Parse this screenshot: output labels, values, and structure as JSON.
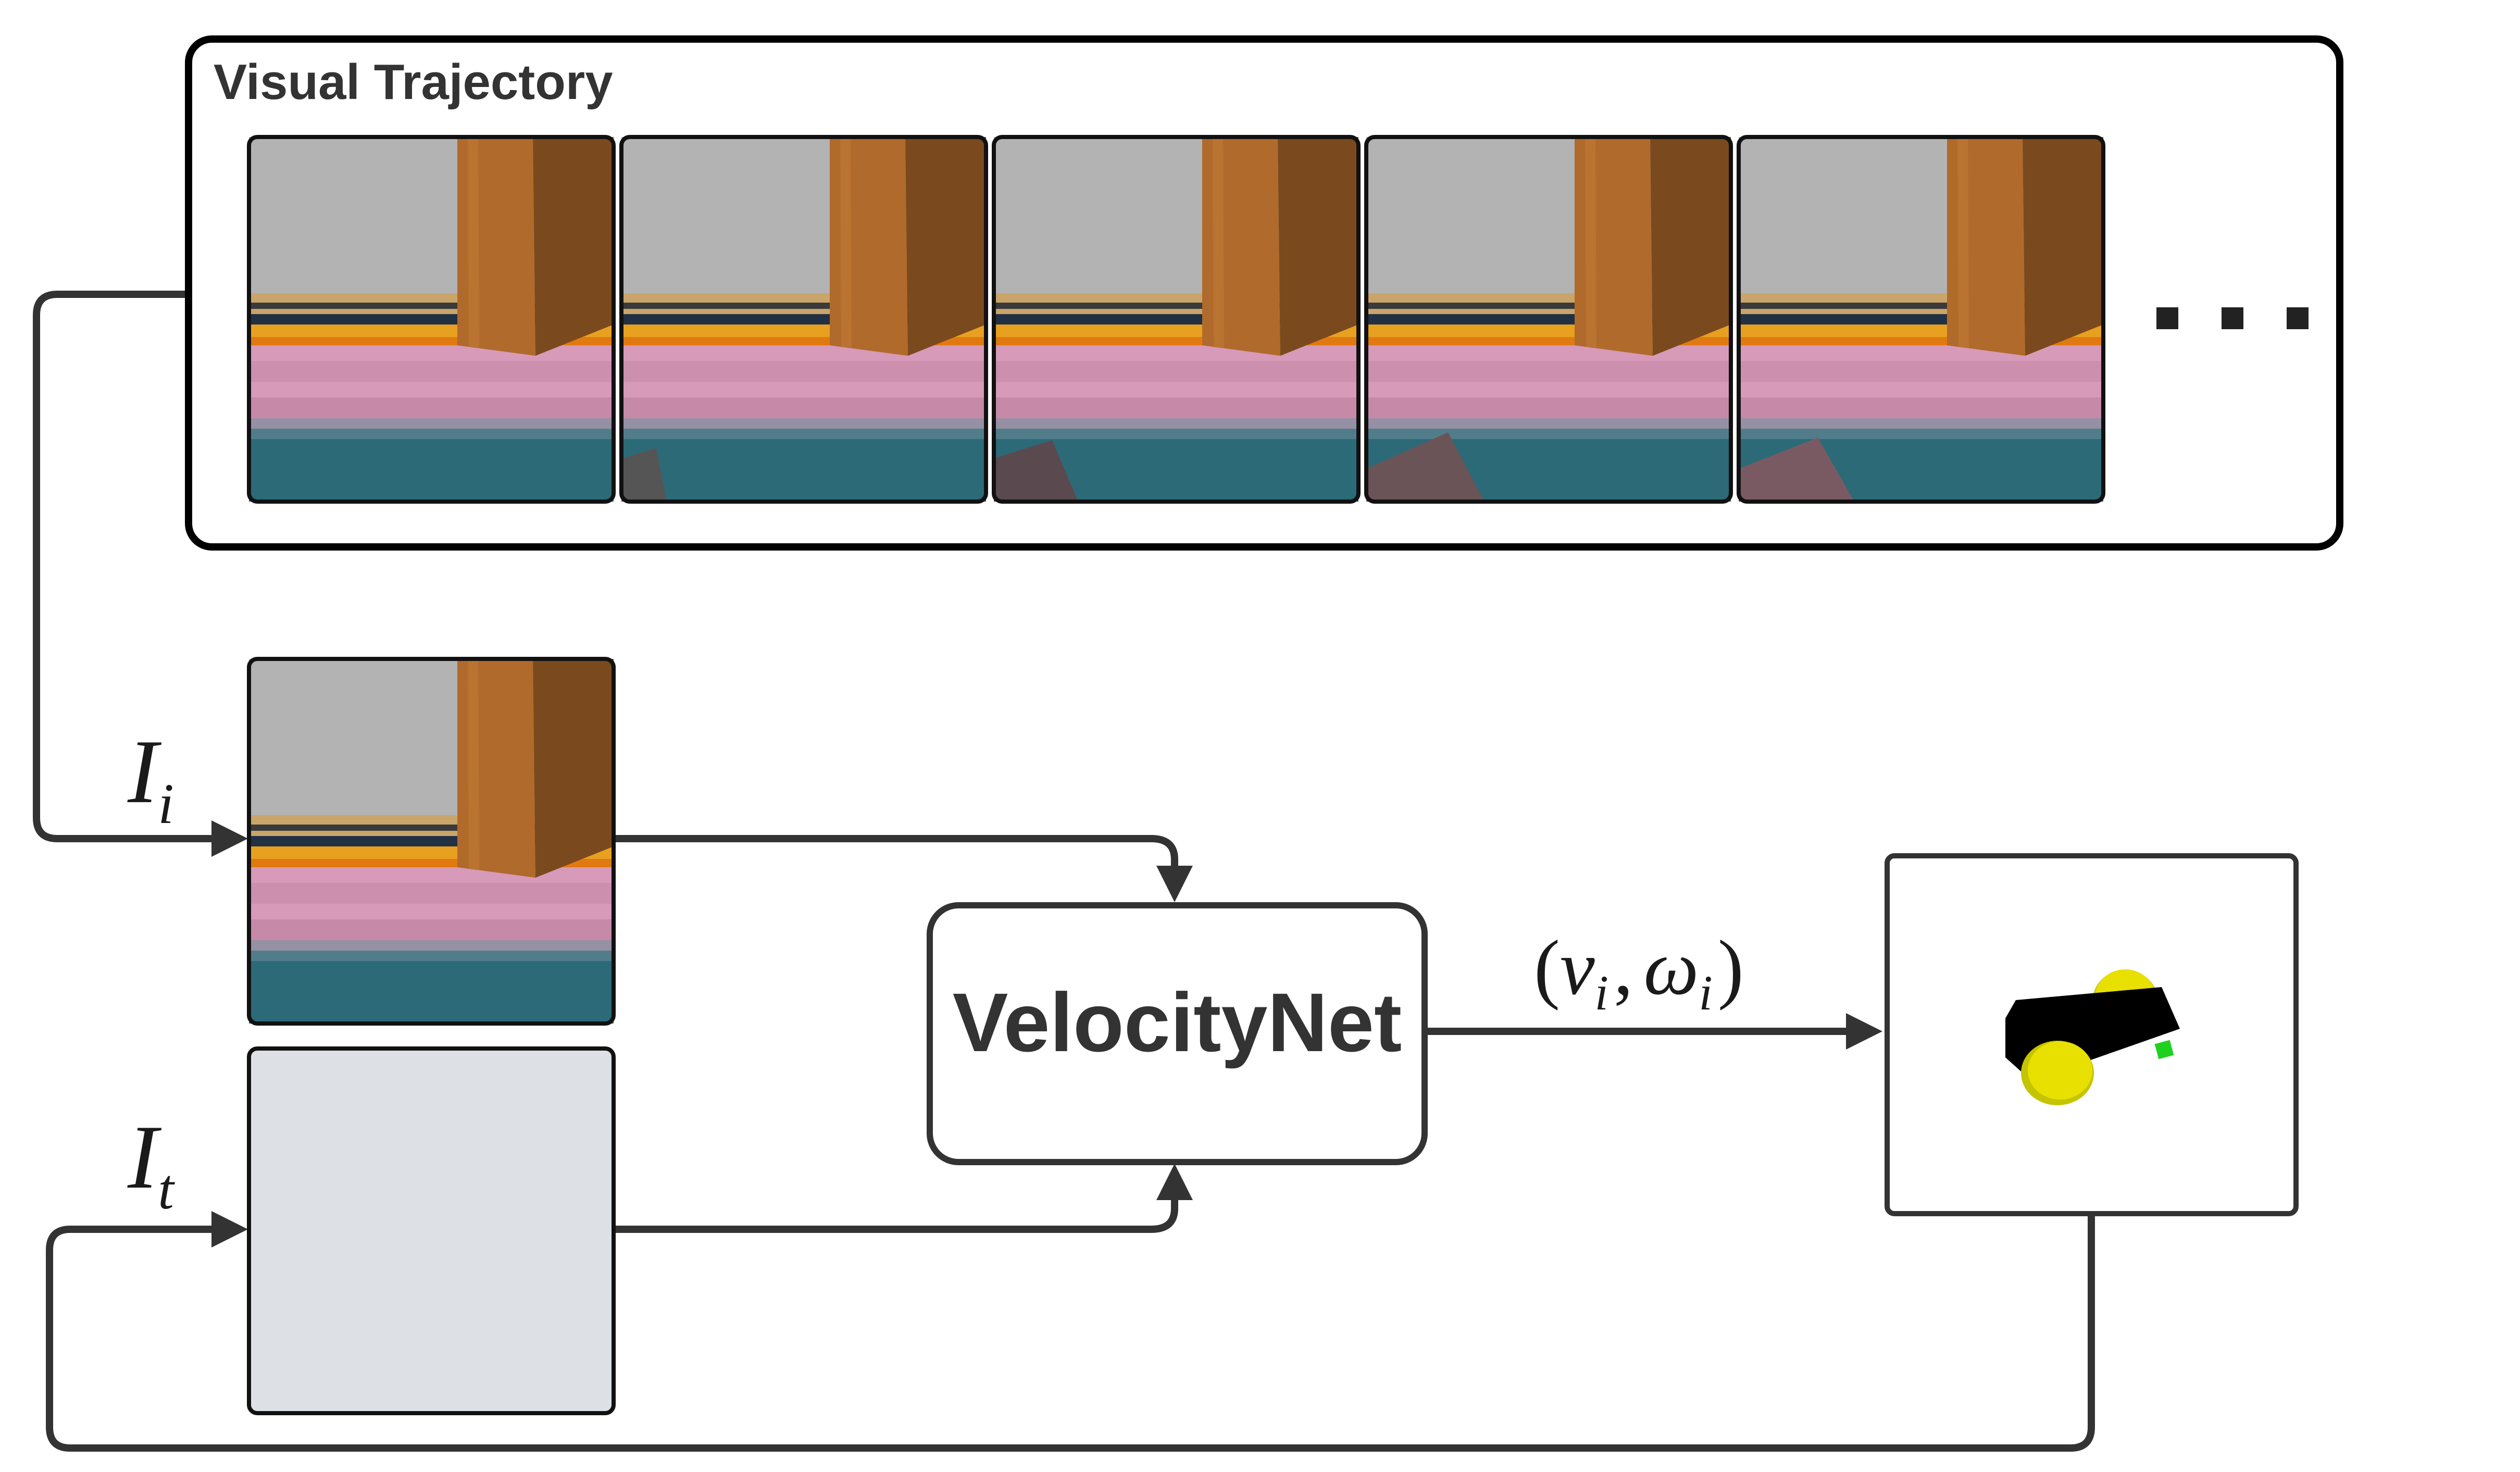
{
  "trajectory": {
    "title": "Visual Trajectory",
    "frame_count_shown": 5,
    "continuation": "..."
  },
  "inputs": {
    "current": {
      "symbol": "I",
      "subscript": "i"
    },
    "target": {
      "symbol": "I",
      "subscript": "t"
    }
  },
  "network": {
    "label": "VelocityNet"
  },
  "output": {
    "open": "(",
    "v": "v",
    "sub_v": "i",
    "comma": ",",
    "w": "ω",
    "sub_w": "i",
    "close": ")"
  },
  "colors": {
    "stroke": "#333333",
    "sky": "#b3b3b3",
    "pillar": "#b06a2b",
    "floor_orange": "#e8a020",
    "floor_pink": "#d79ab8",
    "floor_teal": "#2c6a78",
    "target_fill": "#dde1e6",
    "robot_wheel": "#e8e000",
    "robot_body": "#000000",
    "robot_marker": "#1fd11f"
  }
}
